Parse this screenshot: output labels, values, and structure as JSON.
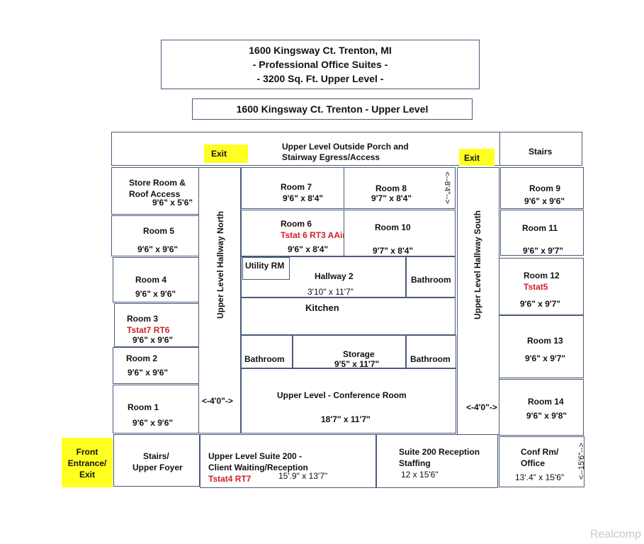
{
  "title_lines": [
    "1600 Kingsway Ct. Trenton, MI",
    "- Professional Office Suites -",
    "- 3200 Sq. Ft. Upper Level -"
  ],
  "subtitle": "1600 Kingsway Ct. Trenton  - Upper Level",
  "porch_line1": "Upper Level Outside Porch and",
  "porch_line2": "Stairway Egress/Access",
  "exit_left": "Exit",
  "exit_right": "Exit",
  "stairs_top": "Stairs",
  "hall_north": "Upper Level Hallway North",
  "hall_south": "Upper Level Hallway South",
  "hall_north_width": "<-4'0\"->",
  "hall_south_width": "<-4'0\"->",
  "rooms": {
    "store": {
      "l1": "Store Room &",
      "l2": "Roof Access",
      "dim": "9'6\" x 5'6\""
    },
    "r5": {
      "name": "Room 5",
      "dim": "9'6\" x 9'6\""
    },
    "r4": {
      "name": "Room 4",
      "dim": "9'6\" x 9'6\""
    },
    "r3": {
      "name": "Room 3",
      "note": "Tstat7 RT6",
      "dim": "9'6\" x 9'6\""
    },
    "r2": {
      "name": "Room 2",
      "dim": "9'6\" x 9'6\""
    },
    "r1": {
      "name": "Room 1",
      "dim": "9'6\" x 9'6\""
    },
    "r7": {
      "name": "Room 7",
      "dim": "9'6\" x 8'4\""
    },
    "r8": {
      "name": "Room 8",
      "dim": "9'7\" x 8'4\"",
      "side": "<--8'4\"-->"
    },
    "r6": {
      "name": "Room 6",
      "note": "Tstat 6 RT3 AAir",
      "dim": "9'6\" x 8'4\""
    },
    "r10": {
      "name": "Room 10",
      "dim": "9'7\" x 8'4\""
    },
    "utility": {
      "name": "Utility RM"
    },
    "hallway2": {
      "name": "Hallway 2",
      "dim": "3'10\" x 11'7\""
    },
    "bath_top": {
      "name": "Bathroom"
    },
    "kitchen": {
      "name": "Kitchen"
    },
    "bath_left": {
      "name": "Bathroom"
    },
    "storage": {
      "name": "Storage",
      "dim": "9'5\" x 11'7\""
    },
    "bath_right": {
      "name": "Bathroom"
    },
    "conference": {
      "name": "Upper Level - Conference Room",
      "dim": "18'7\" x 11'7\""
    },
    "r9": {
      "name": "Room 9",
      "dim": "9'6\" x 9'6\""
    },
    "r11": {
      "name": "Room 11",
      "dim": "9'6\" x 9'7\""
    },
    "r12": {
      "name": "Room 12",
      "note": "Tstat5",
      "dim": "9'6\" x 9'7\""
    },
    "r13": {
      "name": "Room 13",
      "dim": "9'6\" x 9'7\""
    },
    "r14": {
      "name": "Room 14",
      "dim": "9'6\" x 9'8\""
    },
    "stairs_foyer": {
      "l1": "Stairs/",
      "l2": "Upper Foyer"
    },
    "suite200": {
      "l1": "Upper Level  Suite 200 -",
      "l2": "Client Waiting/Reception",
      "note": "Tstat4 RT7",
      "dim": "15'.9\" x 13'7\""
    },
    "reception": {
      "l1": "Suite 200 Reception",
      "l2": "Staffing",
      "dim": "12 x 15'6\""
    },
    "conf_office": {
      "l1": "Conf Rm/",
      "l2": "Office",
      "dim": "13'.4\" x 15'6\"",
      "side": "<--15'6\"-->"
    }
  },
  "front_entrance": [
    "Front",
    "Entrance/",
    "Exit"
  ],
  "watermark": "Realcomp",
  "colors": {
    "border": "#4a5a7a",
    "highlight": "#ffff22",
    "note": "#d0202a"
  }
}
